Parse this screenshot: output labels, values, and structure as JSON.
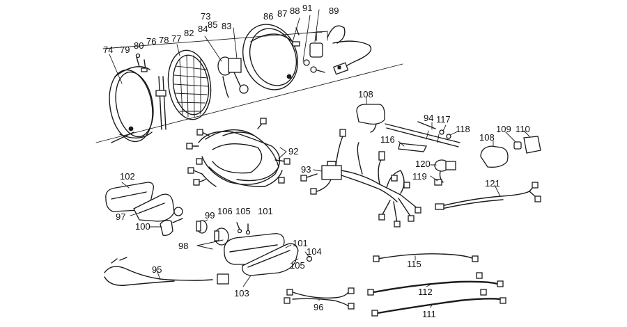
{
  "diagram": {
    "callouts": [
      {
        "id": "c74",
        "text": "74"
      },
      {
        "id": "c79",
        "text": "79"
      },
      {
        "id": "c80",
        "text": "80"
      },
      {
        "id": "c76",
        "text": "76"
      },
      {
        "id": "c78",
        "text": "78"
      },
      {
        "id": "c77",
        "text": "77"
      },
      {
        "id": "c82",
        "text": "82"
      },
      {
        "id": "c73",
        "text": "73"
      },
      {
        "id": "c84",
        "text": "84"
      },
      {
        "id": "c85",
        "text": "85"
      },
      {
        "id": "c83",
        "text": "83"
      },
      {
        "id": "c86",
        "text": "86"
      },
      {
        "id": "c87",
        "text": "87"
      },
      {
        "id": "c88",
        "text": "88"
      },
      {
        "id": "c91",
        "text": "91"
      },
      {
        "id": "c89",
        "text": "89"
      },
      {
        "id": "c108a",
        "text": "108"
      },
      {
        "id": "c94",
        "text": "94"
      },
      {
        "id": "c117",
        "text": "117"
      },
      {
        "id": "c118",
        "text": "118"
      },
      {
        "id": "c116",
        "text": "116"
      },
      {
        "id": "c108b",
        "text": "108"
      },
      {
        "id": "c109",
        "text": "109"
      },
      {
        "id": "c110",
        "text": "110"
      },
      {
        "id": "c92",
        "text": "92"
      },
      {
        "id": "c93",
        "text": "93"
      },
      {
        "id": "c120",
        "text": "120"
      },
      {
        "id": "c119",
        "text": "119"
      },
      {
        "id": "c121",
        "text": "121"
      },
      {
        "id": "c102",
        "text": "102"
      },
      {
        "id": "c97",
        "text": "97"
      },
      {
        "id": "c100",
        "text": "100"
      },
      {
        "id": "c99",
        "text": "99"
      },
      {
        "id": "c106",
        "text": "106"
      },
      {
        "id": "c105a",
        "text": "105"
      },
      {
        "id": "c101a",
        "text": "101"
      },
      {
        "id": "c98",
        "text": "98"
      },
      {
        "id": "c101b",
        "text": "101"
      },
      {
        "id": "c104",
        "text": "104"
      },
      {
        "id": "c105b",
        "text": "105"
      },
      {
        "id": "c95",
        "text": "95"
      },
      {
        "id": "c103",
        "text": "103"
      },
      {
        "id": "c115",
        "text": "115"
      },
      {
        "id": "c112",
        "text": "112"
      },
      {
        "id": "c96",
        "text": "96"
      },
      {
        "id": "c111",
        "text": "111"
      }
    ]
  }
}
